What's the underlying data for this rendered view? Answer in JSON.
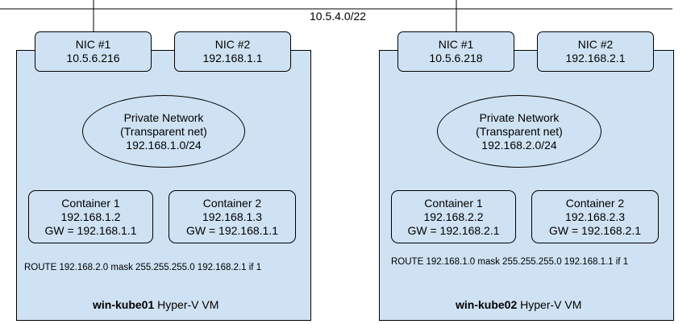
{
  "network": {
    "subnet": "10.5.4.0/22"
  },
  "vms": [
    {
      "nic1": {
        "title": "NIC #1",
        "ip": "10.5.6.216"
      },
      "nic2": {
        "title": "NIC #2",
        "ip": "192.168.1.1"
      },
      "private_net": {
        "line1": "Private Network",
        "line2": "(Transparent net)",
        "line3": "192.168.1.0/24"
      },
      "container1": {
        "title": "Container 1",
        "ip": "192.168.1.2",
        "gw": "GW = 192.168.1.1"
      },
      "container2": {
        "title": "Container 2",
        "ip": "192.168.1.3",
        "gw": "GW = 192.168.1.1"
      },
      "route": "ROUTE 192.168.2.0 mask 255.255.255.0 192.168.2.1 if 1",
      "name": "win-kube01",
      "type": "Hyper-V VM"
    },
    {
      "nic1": {
        "title": "NIC #1",
        "ip": "10.5.6.218"
      },
      "nic2": {
        "title": "NIC #2",
        "ip": "192.168.2.1"
      },
      "private_net": {
        "line1": "Private Network",
        "line2": "(Transparent net)",
        "line3": "192.168.2.0/24"
      },
      "container1": {
        "title": "Container 1",
        "ip": "192.168.2.2",
        "gw": "GW = 192.168.2.1"
      },
      "container2": {
        "title": "Container 2",
        "ip": "192.168.2.3",
        "gw": "GW = 192.168.2.1"
      },
      "route": "ROUTE 192.168.1.0 mask 255.255.255.0 192.168.1.1 if 1",
      "name": "win-kube02",
      "type": "Hyper-V VM"
    }
  ]
}
